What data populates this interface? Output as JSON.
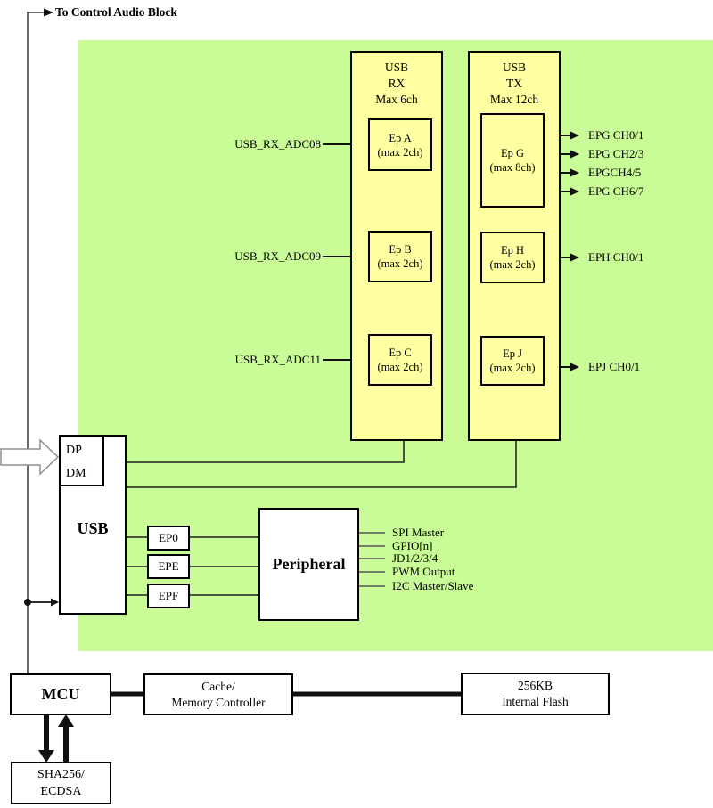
{
  "colors": {
    "diagram_bg": "#c9fb97",
    "block_fill": "#feffa0",
    "box_border": "#000000",
    "line": "#111111"
  },
  "top": {
    "control_label": "To Control Audio Block"
  },
  "rx": {
    "title_lines": [
      "USB",
      "RX",
      "Max 6ch"
    ],
    "eps": [
      {
        "name": "Ep A",
        "cap": "(max 2ch)",
        "input": "USB_RX_ADC08"
      },
      {
        "name": "Ep B",
        "cap": "(max 2ch)",
        "input": "USB_RX_ADC09"
      },
      {
        "name": "Ep C",
        "cap": "(max 2ch)",
        "input": "USB_RX_ADC11"
      }
    ]
  },
  "tx": {
    "title_lines": [
      "USB",
      "TX",
      "Max 12ch"
    ],
    "eps": [
      {
        "name": "Ep G",
        "cap": "(max 8ch)",
        "outputs": [
          "EPG CH0/1",
          "EPG CH2/3",
          "EPGCH4/5",
          "EPG CH6/7"
        ]
      },
      {
        "name": "Ep H",
        "cap": "(max 2ch)",
        "outputs": [
          "EPH CH0/1"
        ]
      },
      {
        "name": "Ep J",
        "cap": "(max 2ch)",
        "outputs": [
          "EPJ CH0/1"
        ]
      }
    ]
  },
  "usb": {
    "title": "USB",
    "pins": [
      "DP",
      "DM"
    ],
    "endpoints": [
      "EP0",
      "EPE",
      "EPF"
    ]
  },
  "peripheral": {
    "title": "Peripheral",
    "outputs": [
      "SPI Master",
      "GPIO[n]",
      "JD1/2/3/4",
      "PWM Output",
      "I2C Master/Slave"
    ]
  },
  "memory": {
    "mcu": "MCU",
    "cache_lines": [
      "Cache/",
      "Memory Controller"
    ],
    "flash_lines": [
      "256KB",
      "Internal Flash"
    ],
    "security_lines": [
      "SHA256/",
      "ECDSA"
    ]
  }
}
